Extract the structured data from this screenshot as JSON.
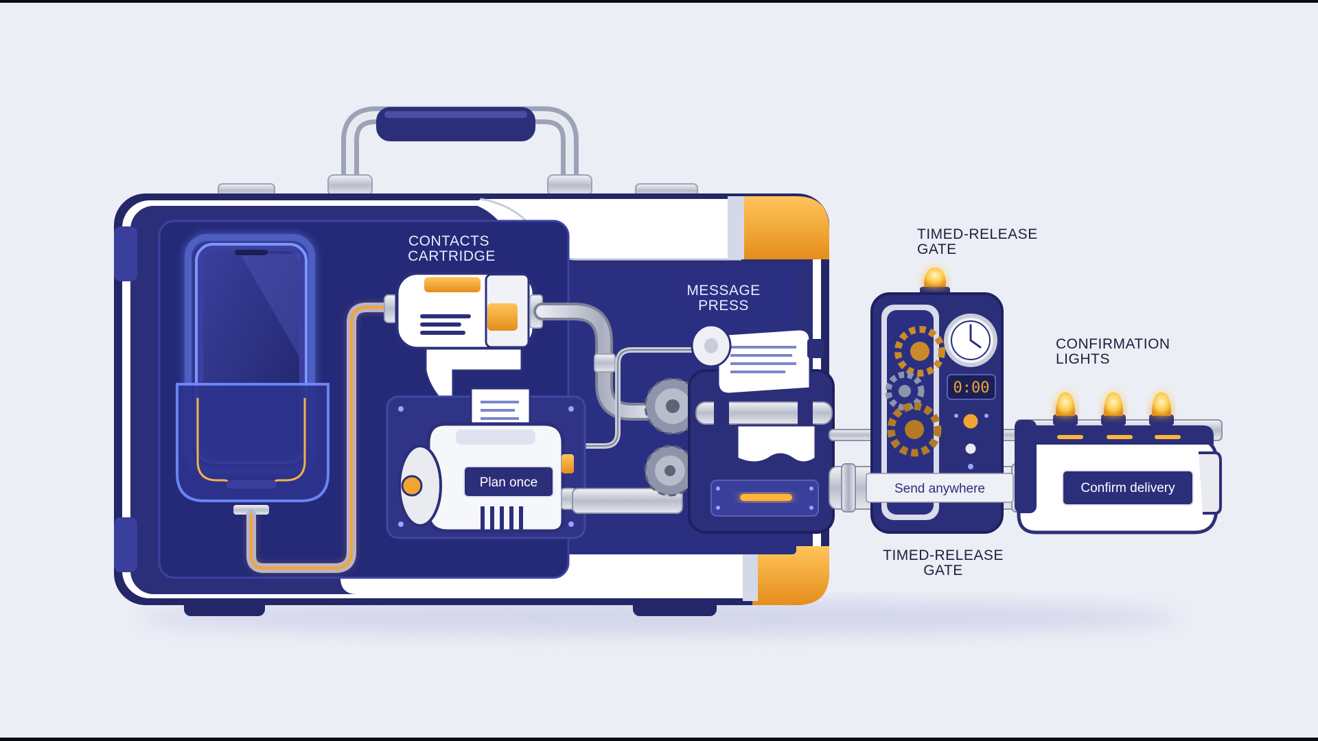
{
  "labels": {
    "contacts_cartridge": [
      "CONTACTS",
      "CARTRIDGE"
    ],
    "message_press": [
      "MESSAGE",
      "PRESS"
    ],
    "timed_release_gate_top": [
      "TIMED-RELEASE",
      "GATE"
    ],
    "timed_release_gate_bottom": [
      "TIMED-RELEASE",
      "GATE"
    ],
    "confirmation_lights": [
      "CONFIRMATION",
      "LIGHTS"
    ]
  },
  "buttons": {
    "plan_once": "Plan once",
    "send_anywhere": "Send anywhere",
    "confirm_delivery": "Confirm delivery"
  },
  "clock_display": "0:00",
  "colors": {
    "navy": "#2b2f7a",
    "deep_navy": "#1d2160",
    "orange": "#f0a531",
    "glow_blue": "#6f8bff",
    "steel": "#c9cdd9",
    "white": "#ffffff",
    "background": "#eceef6"
  }
}
